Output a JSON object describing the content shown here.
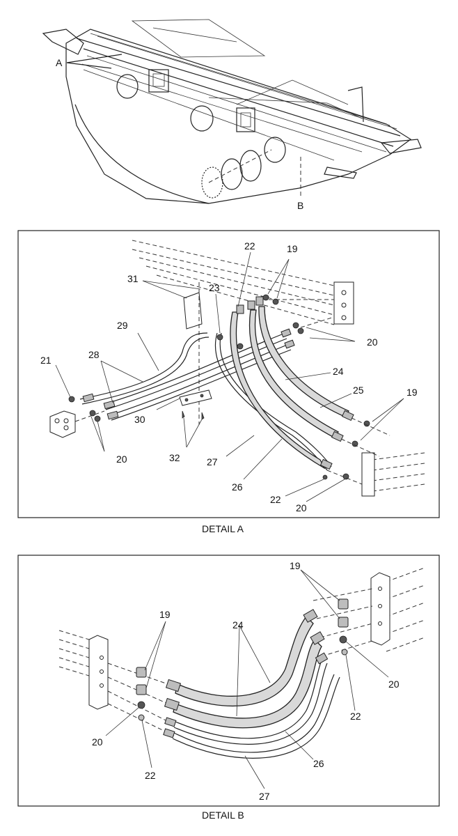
{
  "overview": {
    "callout_a": "A",
    "callout_b": "B"
  },
  "detail_a": {
    "caption": "DETAIL A",
    "callouts": {
      "c22_top": "22",
      "c19_top": "19",
      "c31": "31",
      "c23": "23",
      "c29": "29",
      "c20_right": "20",
      "c21": "21",
      "c28": "28",
      "c24": "24",
      "c25": "25",
      "c19_right": "19",
      "c30": "30",
      "c20_left": "20",
      "c32": "32",
      "c27": "27",
      "c26": "26",
      "c22_bottom": "22",
      "c20_bottom": "20"
    }
  },
  "detail_b": {
    "caption": "DETAIL B",
    "callouts": {
      "c19_right": "19",
      "c19_left": "19",
      "c24": "24",
      "c20_right": "20",
      "c22_right": "22",
      "c20_left": "20",
      "c26": "26",
      "c22_left": "22",
      "c27": "27"
    }
  }
}
